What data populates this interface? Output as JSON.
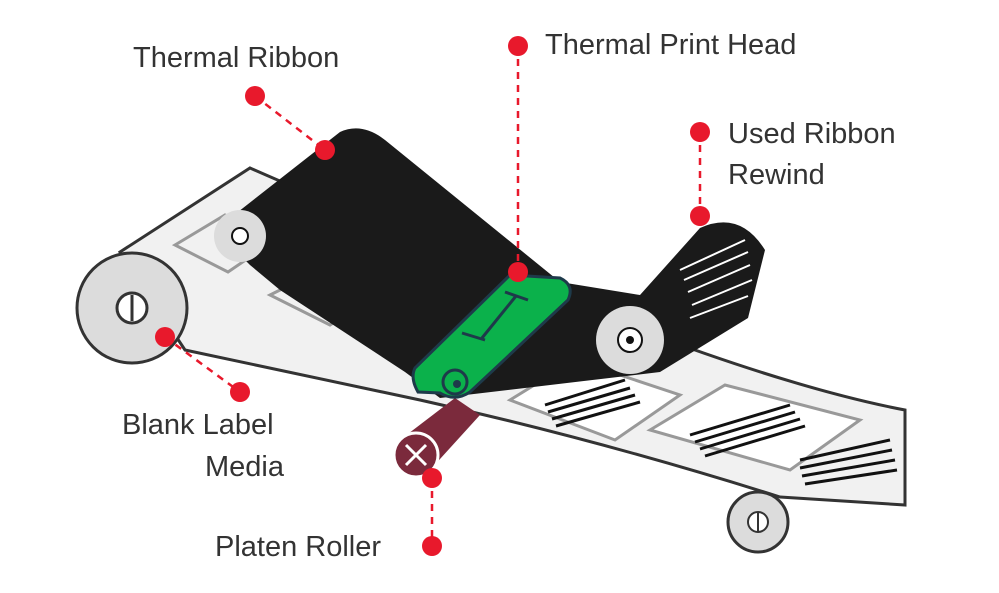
{
  "labels": {
    "thermal_ribbon": "Thermal Ribbon",
    "thermal_print_head": "Thermal Print Head",
    "used_ribbon_line1": "Used Ribbon",
    "used_ribbon_line2": "Rewind",
    "blank_label_line1": "Blank Label",
    "blank_label_line2": "Media",
    "platen_roller": "Platen Roller"
  },
  "colors": {
    "callout": "#e8192c",
    "ribbon": "#1a1a1a",
    "print_head": "#0bb14b",
    "platen": "#7b2a3c",
    "roller": "#dcdcdc",
    "outline": "#333333"
  }
}
